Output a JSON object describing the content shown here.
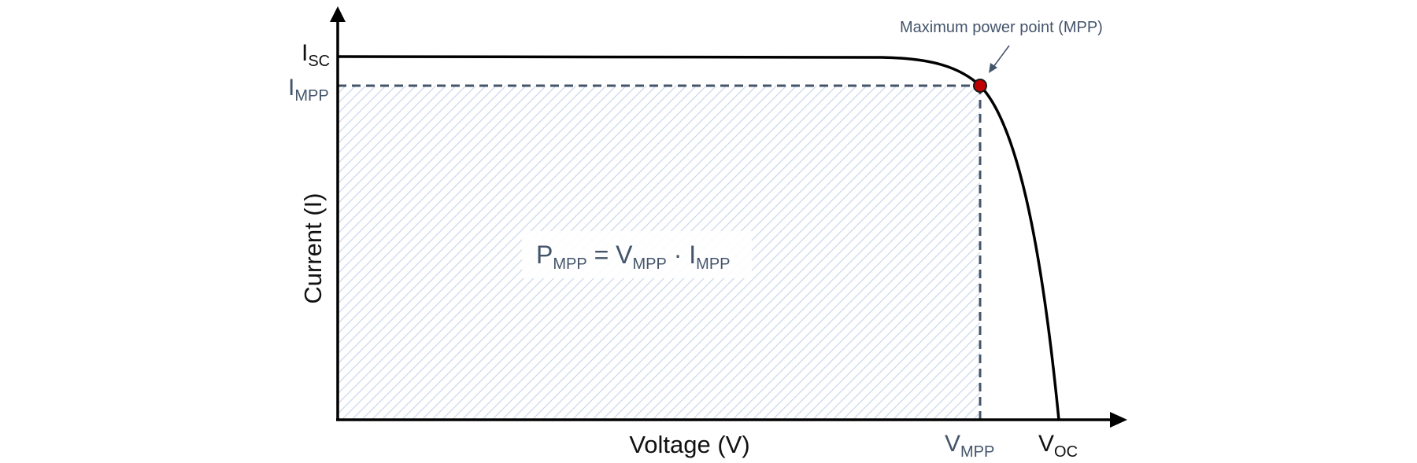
{
  "figure": {
    "y_axis_label": "Current (I)",
    "x_axis_label": "Voltage (V)",
    "isc_label": {
      "main": "I",
      "sub": "SC"
    },
    "impp_label": {
      "main": "I",
      "sub": "MPP"
    },
    "vmpp_label": {
      "main": "V",
      "sub": "MPP"
    },
    "voc_label": {
      "main": "V",
      "sub": "OC"
    },
    "mpp_annotation": "Maximum power point (MPP)",
    "formula": {
      "p": "P",
      "p_sub": "MPP",
      "eq": " = ",
      "v": "V",
      "v_sub": "MPP",
      "dot": " · ",
      "i": "I",
      "i_sub": "MPP"
    }
  },
  "colors": {
    "curve": "#000000",
    "axis": "#000000",
    "dashed": "#44546a",
    "hatch": "#c5d3ea",
    "mpp_dot_fill": "#c00000",
    "label_slate": "#44546a"
  },
  "icons": [
    "y-axis-arrow-icon",
    "x-axis-arrow-icon",
    "mpp-pointer-arrow-icon",
    "mpp-point-icon"
  ]
}
